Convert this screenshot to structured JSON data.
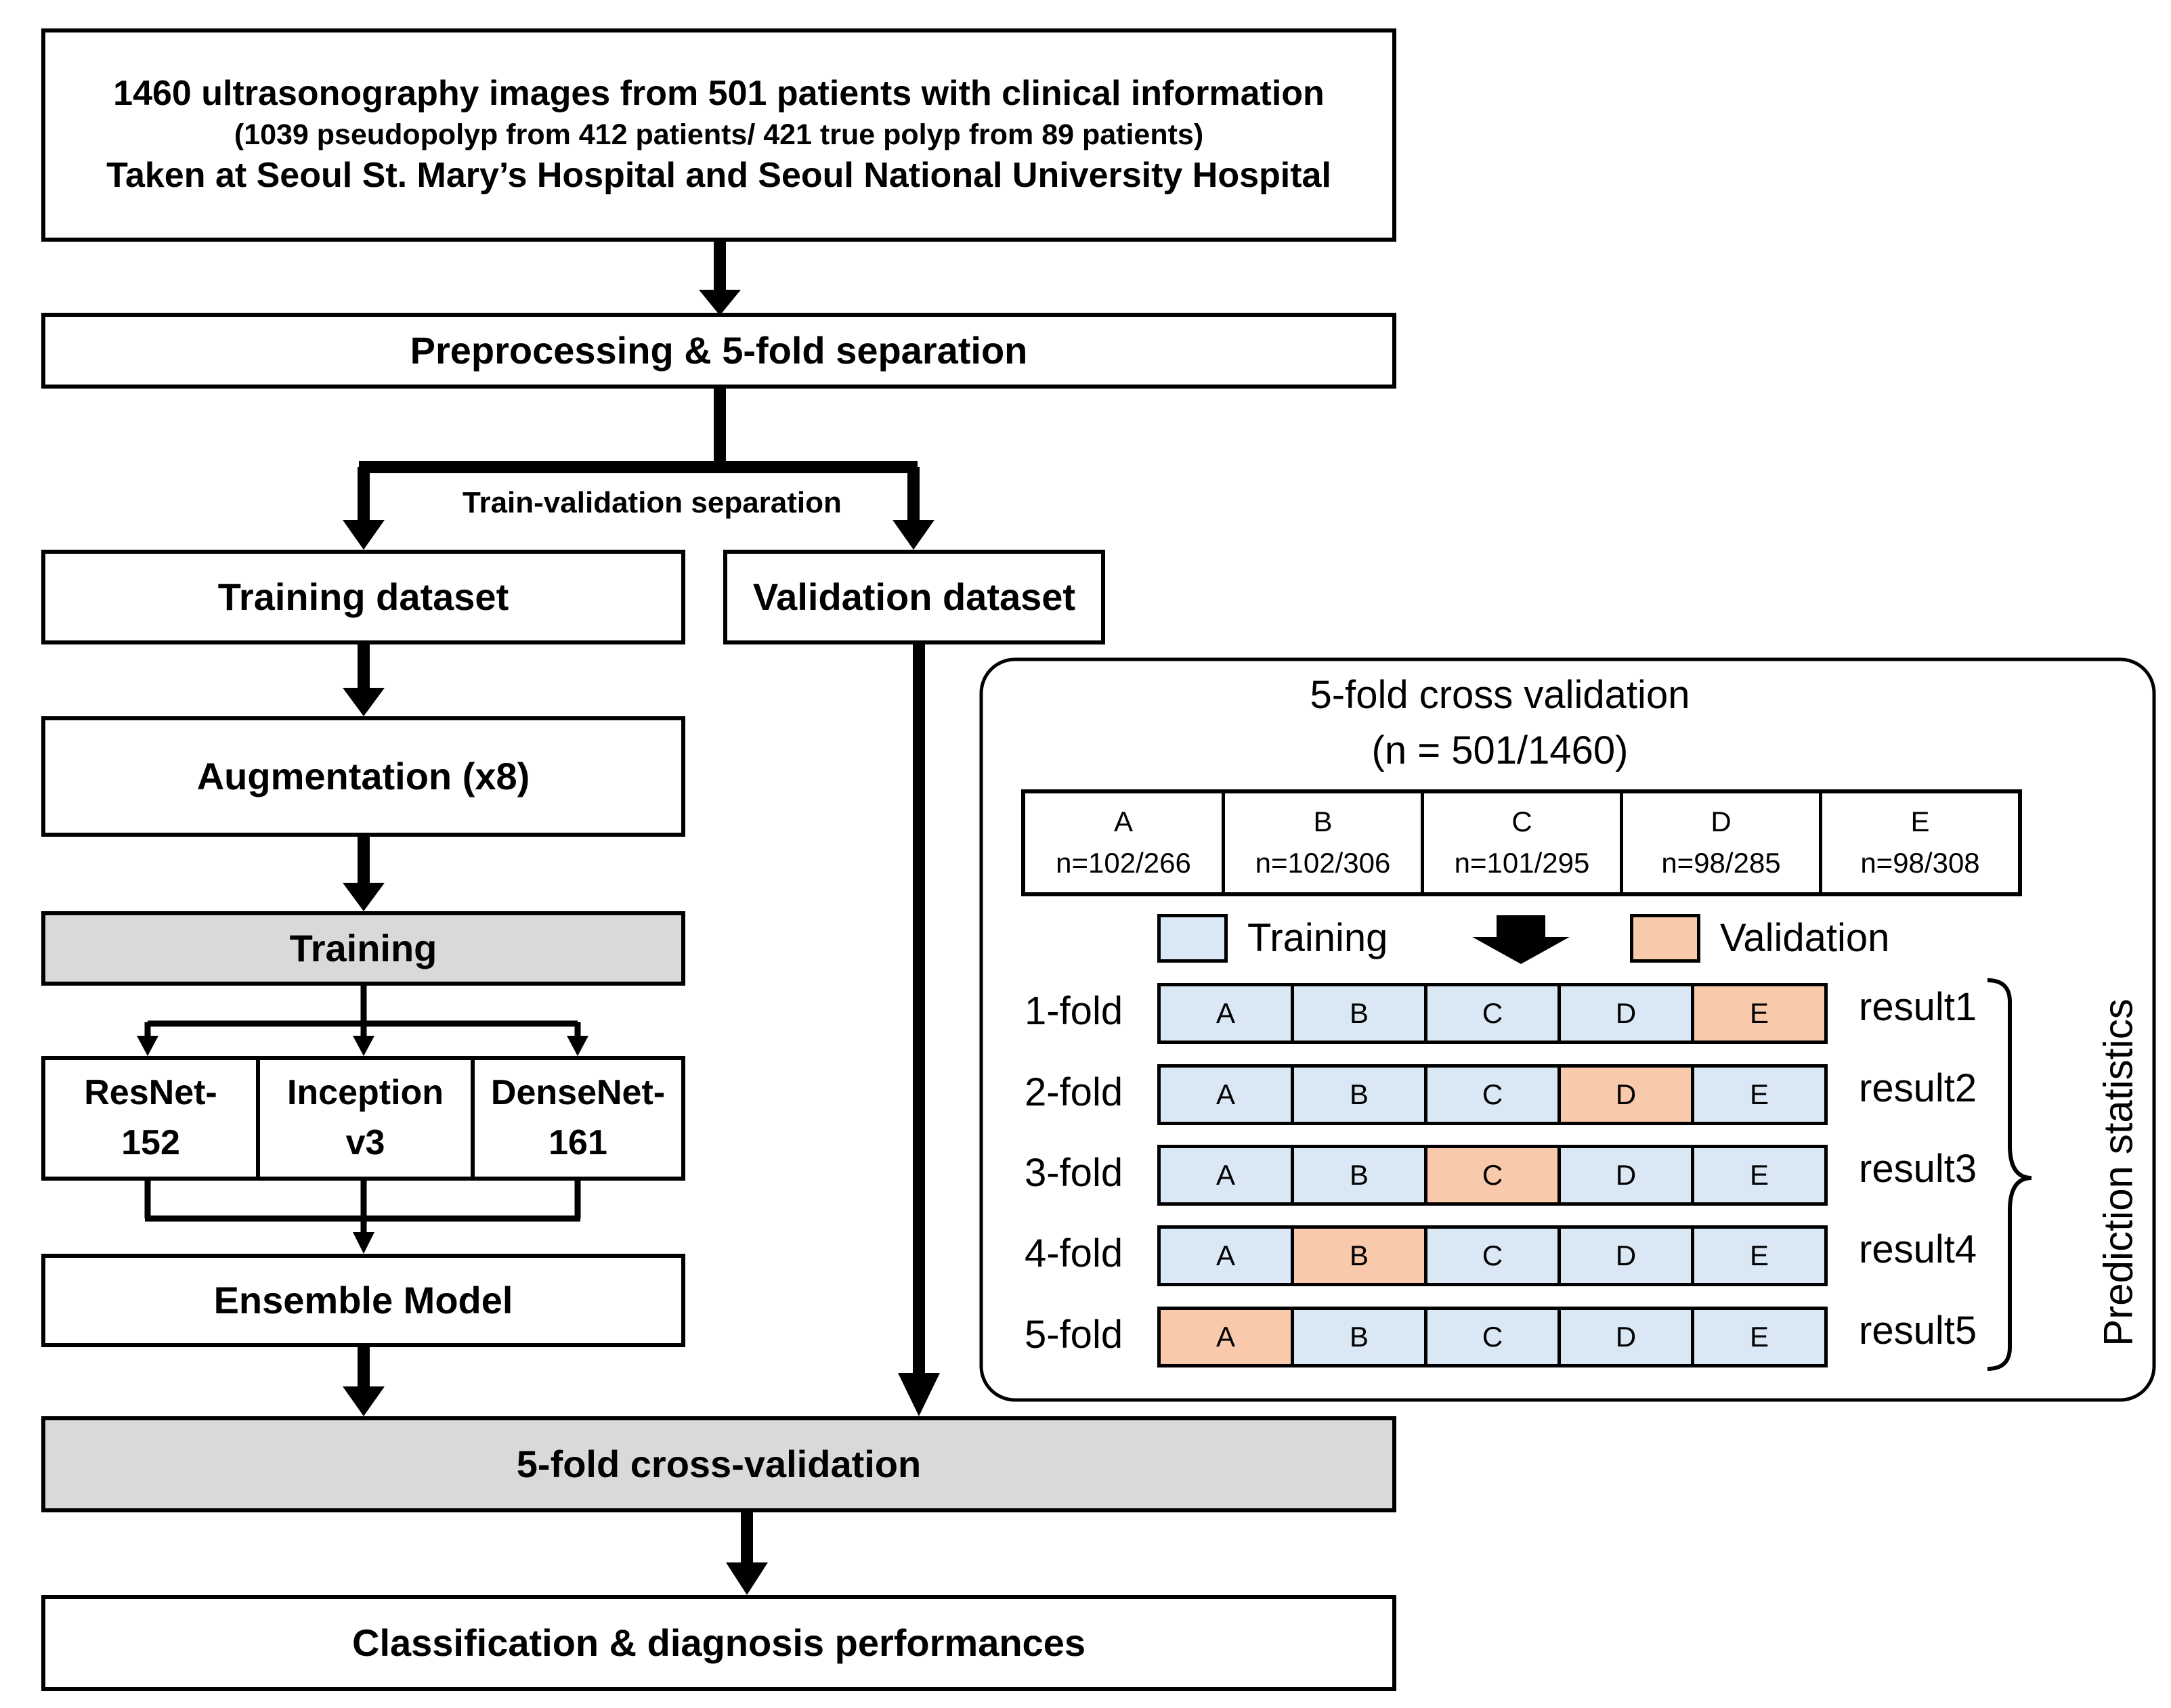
{
  "source": {
    "line1": "1460 ultrasonography images from 501 patients with clinical information",
    "line2": "(1039 pseudopolyp from 412 patients/ 421 true polyp from 89 patients)",
    "line3": "Taken at Seoul St. Mary’s Hospital and Seoul National University Hospital"
  },
  "preprocessing": "Preprocessing & 5-fold separation",
  "split_label": "Train-validation separation",
  "training_dataset": "Training dataset",
  "validation_dataset": "Validation dataset",
  "augmentation": "Augmentation (x8)",
  "training": "Training",
  "models": [
    {
      "line1": "ResNet-",
      "line2": "152"
    },
    {
      "line1": "Inception",
      "line2": "v3"
    },
    {
      "line1": "DenseNet-",
      "line2": "161"
    }
  ],
  "ensemble": "Ensemble Model",
  "cross_validation": "5-fold cross-validation",
  "performance": "Classification & diagnosis performances",
  "inset": {
    "title": "5-fold cross validation",
    "subtitle": "(n = 501/1460)",
    "splits": [
      {
        "name": "A",
        "n": "n=102/266"
      },
      {
        "name": "B",
        "n": "n=102/306"
      },
      {
        "name": "C",
        "n": "n=101/295"
      },
      {
        "name": "D",
        "n": "n=98/285"
      },
      {
        "name": "E",
        "n": "n=98/308"
      }
    ],
    "legend_training": "Training",
    "legend_validation": "Validation",
    "folds": [
      {
        "label": "1-fold",
        "cells": [
          "A",
          "B",
          "C",
          "D",
          "E"
        ],
        "validation": "E",
        "result": "result1"
      },
      {
        "label": "2-fold",
        "cells": [
          "A",
          "B",
          "C",
          "D",
          "E"
        ],
        "validation": "D",
        "result": "result2"
      },
      {
        "label": "3-fold",
        "cells": [
          "A",
          "B",
          "C",
          "D",
          "E"
        ],
        "validation": "C",
        "result": "result3"
      },
      {
        "label": "4-fold",
        "cells": [
          "A",
          "B",
          "C",
          "D",
          "E"
        ],
        "validation": "B",
        "result": "result4"
      },
      {
        "label": "5-fold",
        "cells": [
          "A",
          "B",
          "C",
          "D",
          "E"
        ],
        "validation": "A",
        "result": "result5"
      }
    ],
    "side_label": "Prediction statistics"
  },
  "colors": {
    "training": "#dae8f5",
    "validation": "#f8c9aa",
    "gray_box": "#d9d9d9"
  }
}
